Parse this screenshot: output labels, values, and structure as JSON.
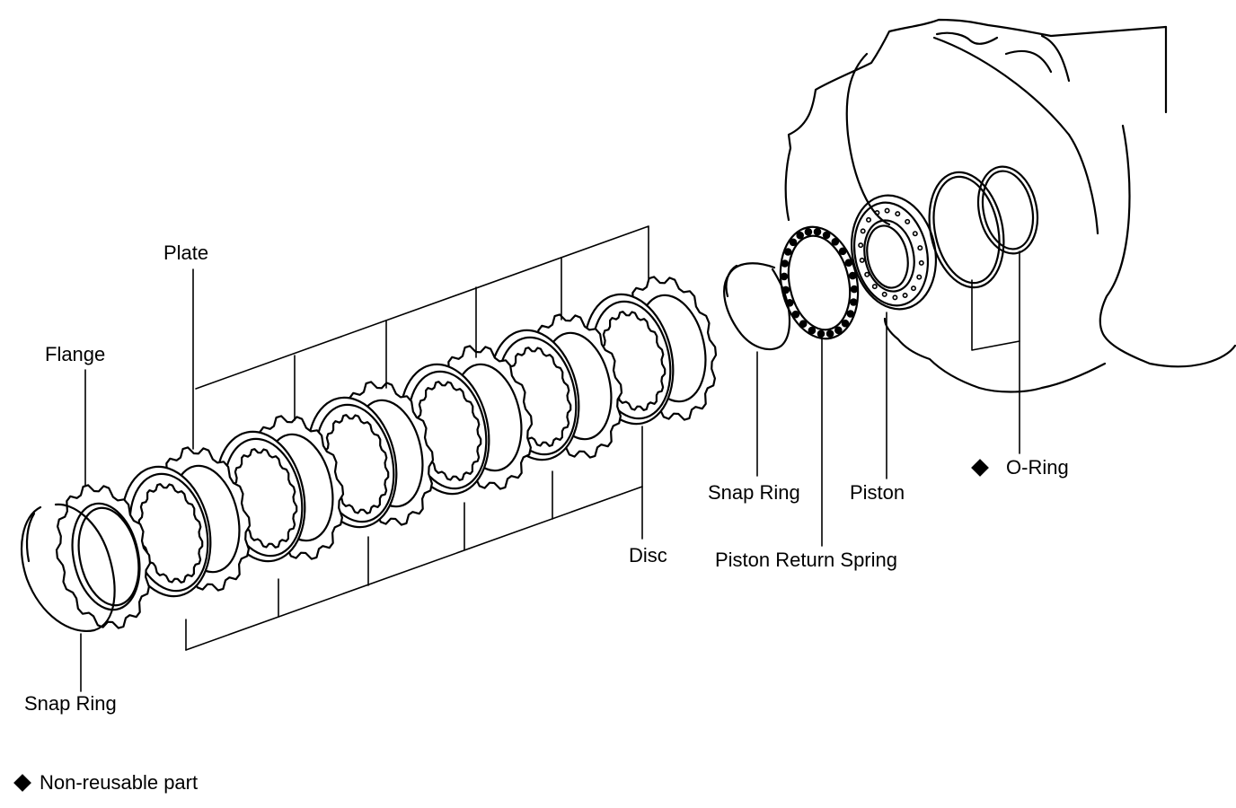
{
  "labels": {
    "plate": "Plate",
    "flange": "Flange",
    "disc": "Disc",
    "snap_ring_left": "Snap Ring",
    "snap_ring_right": "Snap Ring",
    "piston": "Piston",
    "piston_return_spring": "Piston Return Spring",
    "o_ring": "O-Ring"
  },
  "legend": {
    "text": "Non-reusable part",
    "marker_icon": "diamond-icon"
  },
  "non_reusable_parts": [
    "O-Ring"
  ],
  "counts": {
    "plates": 6,
    "discs": 6
  }
}
